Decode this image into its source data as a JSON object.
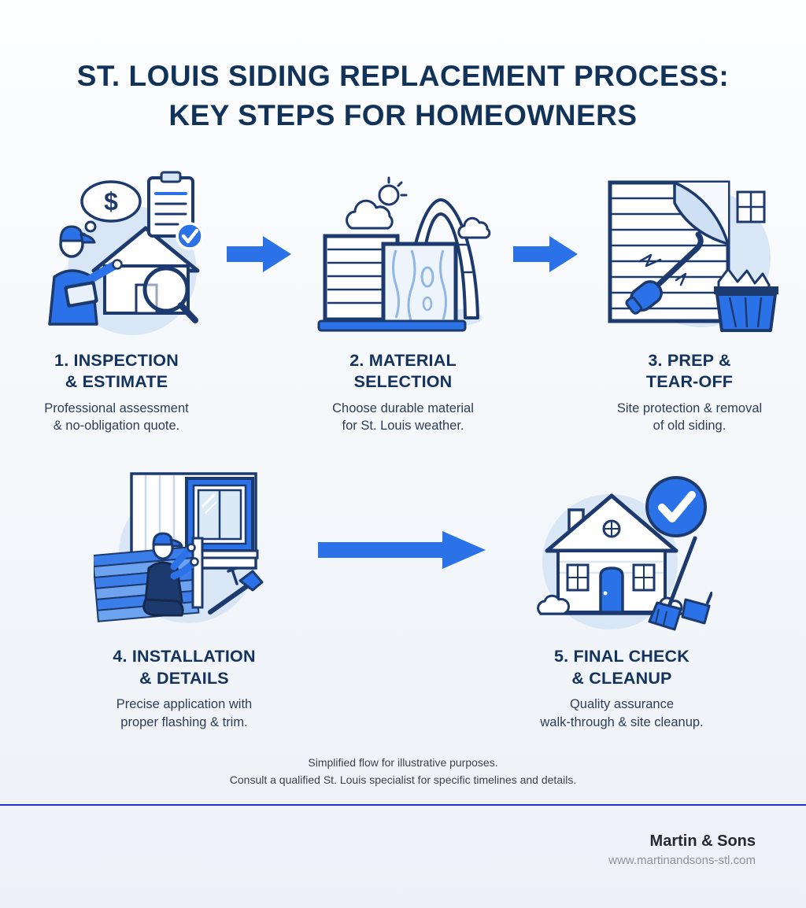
{
  "title": "ST. LOUIS SIDING REPLACEMENT PROCESS:\nKEY STEPS FOR HOMEOWNERS",
  "steps": [
    {
      "id": 1,
      "icon": "inspection-estimate-icon",
      "title": "1. INSPECTION\n& ESTIMATE",
      "description": "Professional assessment\n& no-obligation quote."
    },
    {
      "id": 2,
      "icon": "material-selection-icon",
      "title": "2. MATERIAL\nSELECTION",
      "description": "Choose durable material\nfor St. Louis weather."
    },
    {
      "id": 3,
      "icon": "prep-tear-off-icon",
      "title": "3. PREP &\nTEAR-OFF",
      "description": "Site protection & removal\nof old siding."
    },
    {
      "id": 4,
      "icon": "installation-details-icon",
      "title": "4. INSTALLATION\n& DETAILS",
      "description": "Precise application with\nproper flashing & trim."
    },
    {
      "id": 5,
      "icon": "final-check-cleanup-icon",
      "title": "5. FINAL CHECK\n& CLEANUP",
      "description": "Quality assurance\nwalk-through & site cleanup."
    }
  ],
  "disclaimer": "Simplified flow for illustrative purposes.\nConsult a qualified St. Louis specialist for specific timelines and details.",
  "footer": {
    "company": "Martin & Sons",
    "website": "www.martinandsons-stl.com"
  },
  "colors": {
    "accent_blue": "#2b72e8",
    "navy": "#1d3a6e",
    "title_navy": "#123359",
    "light_blue_circle": "#d9e6f6",
    "divider_blue": "#2430d2",
    "canvas_bg": "#f3f6fa"
  }
}
